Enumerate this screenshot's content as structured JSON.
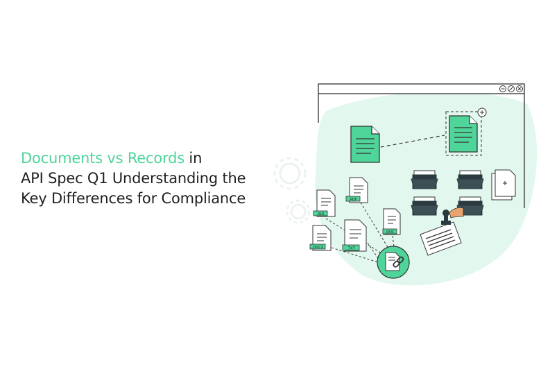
{
  "headline": {
    "accent": "Documents vs Records",
    "line1_rest": " in",
    "line2": "API Spec Q1 Understanding the",
    "line3": "Key Differences for Compliance"
  },
  "file_labels": {
    "pdf": ".PDF",
    "xls": ".XLS",
    "txt": ".TXT",
    "doc": ".DOC",
    "docx": ".DOCX"
  },
  "colors": {
    "accent": "#4fd49a",
    "blob": "#e2f7ee",
    "outline": "#333333",
    "folder": "#2b3a3f"
  },
  "icons": [
    "minimize-icon",
    "edit-icon",
    "close-icon",
    "plus-icon",
    "link-icon",
    "stamp-icon",
    "folder-icon"
  ]
}
